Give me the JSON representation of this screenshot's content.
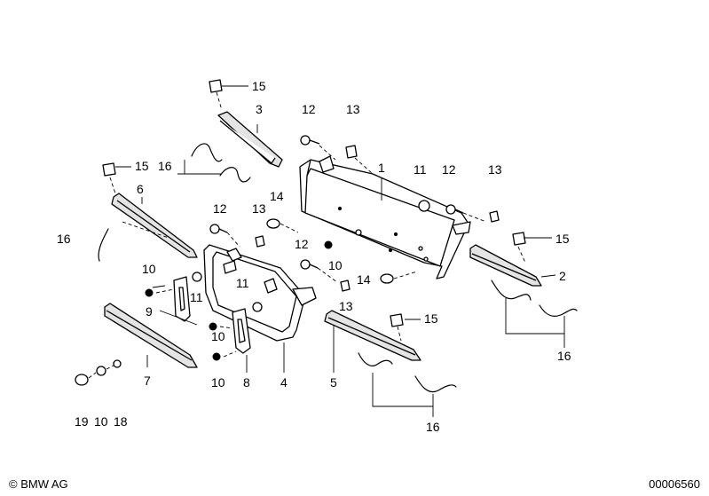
{
  "labels": {
    "l1": "1",
    "l2": "2",
    "l3": "3",
    "l4": "4",
    "l5": "5",
    "l6": "6",
    "l7": "7",
    "l8": "8",
    "l9": "9",
    "l10a": "10",
    "l10b": "10",
    "l10c": "10",
    "l10d": "10",
    "l10e": "10",
    "l11a": "11",
    "l11b": "11",
    "l11c": "11",
    "l12a": "12",
    "l12b": "12",
    "l12c": "12",
    "l12d": "12",
    "l13a": "13",
    "l13b": "13",
    "l13c": "13",
    "l13d": "13",
    "l14a": "14",
    "l14b": "14",
    "l15a": "15",
    "l15b": "15",
    "l15c": "15",
    "l15d": "15",
    "l16a": "16",
    "l16b": "16",
    "l16c": "16",
    "l16d": "16",
    "l18": "18",
    "l19": "19"
  },
  "footer": {
    "copyright": "© BMW AG",
    "drawing_number": "00006560"
  }
}
